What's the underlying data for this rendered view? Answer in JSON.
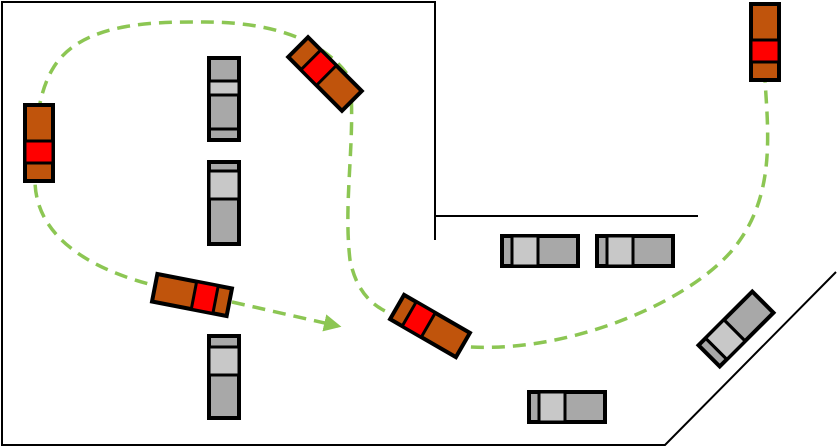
{
  "diagram": {
    "caption": "",
    "colors": {
      "background": "#ffffff",
      "walls": "#000000",
      "path": "#8cc653",
      "ego_body": "#c0540c",
      "ego_window": "#ff0000",
      "parked_body": "#a8a8a8",
      "parked_window": "#c8c8c8",
      "outline": "#000000"
    },
    "elements": {
      "ego_vehicle_count": 5,
      "parked_vehicle_count": 7,
      "path_style": "dashed",
      "path_has_arrowhead": true
    }
  }
}
